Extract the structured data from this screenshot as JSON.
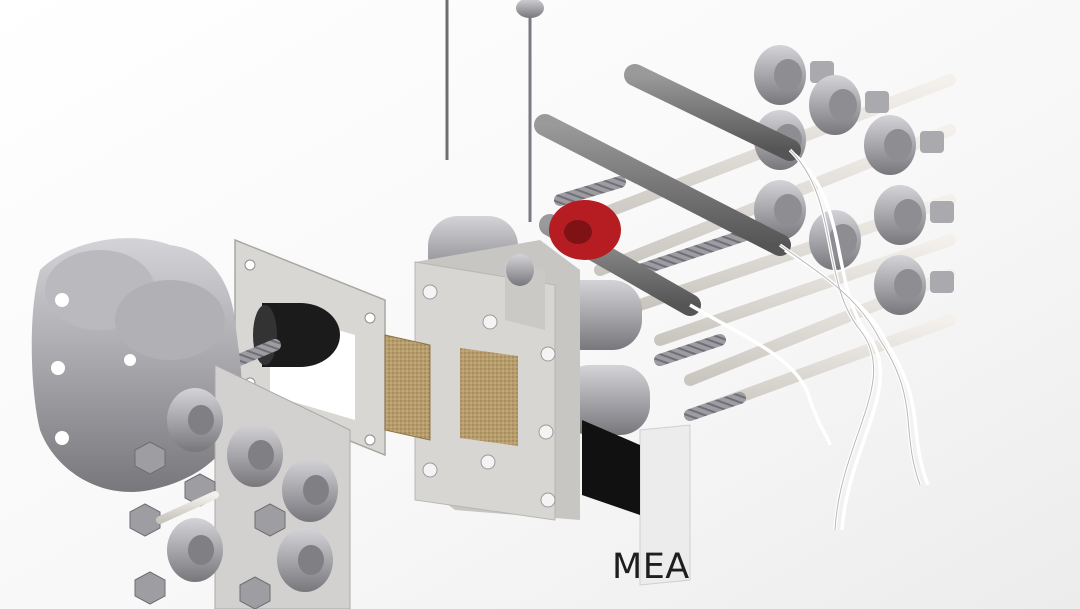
{
  "diagram": {
    "annotations": {
      "mea_label": "MEA"
    },
    "components": [
      "end-plate",
      "gasket",
      "gas-diffusion-layer",
      "flow-field-plate",
      "membrane",
      "tie-rods",
      "nuts",
      "washers",
      "heating-rods",
      "thermocouple-probes",
      "wire-leads",
      "current-collector-tab"
    ],
    "colors": {
      "background": "#ffffff",
      "metal": "#a7a7ab",
      "plate": "#d3d1cf",
      "diffusion_layer": "#b59b6a",
      "insulator": "#1b1b1b",
      "seal": "#b51d22",
      "heater": "#6c6c6c"
    }
  }
}
